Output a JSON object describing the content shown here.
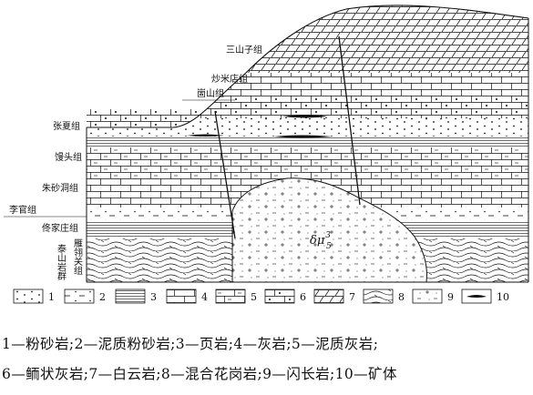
{
  "formations": [
    {
      "key": "sanshanzi",
      "label": "三山子组"
    },
    {
      "key": "chaomidian",
      "label": "炒米店组"
    },
    {
      "key": "gushan",
      "label": "崮山组"
    },
    {
      "key": "zhangxia",
      "label": "张夏组"
    },
    {
      "key": "mantou",
      "label": "馒头组"
    },
    {
      "key": "zhushadong",
      "label": "朱砂洞组"
    },
    {
      "key": "liguan",
      "label": "李官组"
    },
    {
      "key": "tongjiazhuang",
      "label": "佟家庄组"
    },
    {
      "key": "taishan",
      "label": "泰山岩群"
    },
    {
      "key": "yanling",
      "label": "雁翎关组"
    }
  ],
  "intrusion_label": "δμ",
  "intrusion_sup": "3",
  "intrusion_sub": "5",
  "legend": [
    "1",
    "2",
    "3",
    "4",
    "5",
    "6",
    "7",
    "8",
    "9",
    "10"
  ],
  "caption": {
    "line1": "1—粉砂岩;2—泥质粉砂岩;3—页岩;4—灰岩;5—泥质灰岩;",
    "line2": "6—鲕状灰岩;7—白云岩;8—混合花岗岩;9—闪长岩;10—矿体"
  },
  "colors": {
    "ink": "#111111",
    "paper": "#ffffff"
  }
}
